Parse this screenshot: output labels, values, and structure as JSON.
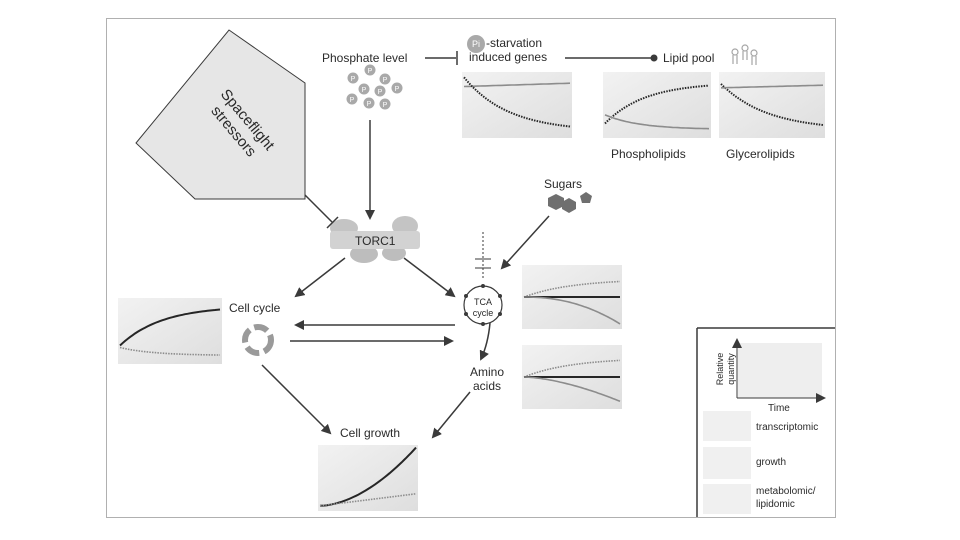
{
  "diagram": {
    "stressor": {
      "line1": "Spaceflight",
      "line2": "stressors"
    },
    "phosphate_level": "Phosphate level",
    "pi_symbol": "Pi",
    "p_glyph": "P",
    "starvation": {
      "line1": "-starvation",
      "line2": "induced genes"
    },
    "lipid_pool": "Lipid pool",
    "phospholipids": "Phospholipids",
    "glycerolipids": "Glycerolipids",
    "torc1": "TORC1",
    "sugars": "Sugars",
    "tca": {
      "line1": "TCA",
      "line2": "cycle"
    },
    "cell_cycle": "Cell cycle",
    "amino": {
      "line1": "Amino",
      "line2": "acids"
    },
    "cell_growth": "Cell growth"
  },
  "legend": {
    "y_axis": {
      "line1": "Relative",
      "line2": "quantity"
    },
    "x_axis": "Time",
    "items": [
      {
        "label": "transcriptomic"
      },
      {
        "label": "growth"
      },
      {
        "label": "metabolomic/",
        "label2": "lipidomic"
      }
    ]
  },
  "colors": {
    "frame": "#b0b0b0",
    "arrow": "#3a3a3a",
    "stressor_fill": "#e6e6e6",
    "panel_bg": "#ececec",
    "curve_dark": "#262626",
    "curve_light": "#8c8c8c",
    "p_circle": "#a9a9a9"
  }
}
